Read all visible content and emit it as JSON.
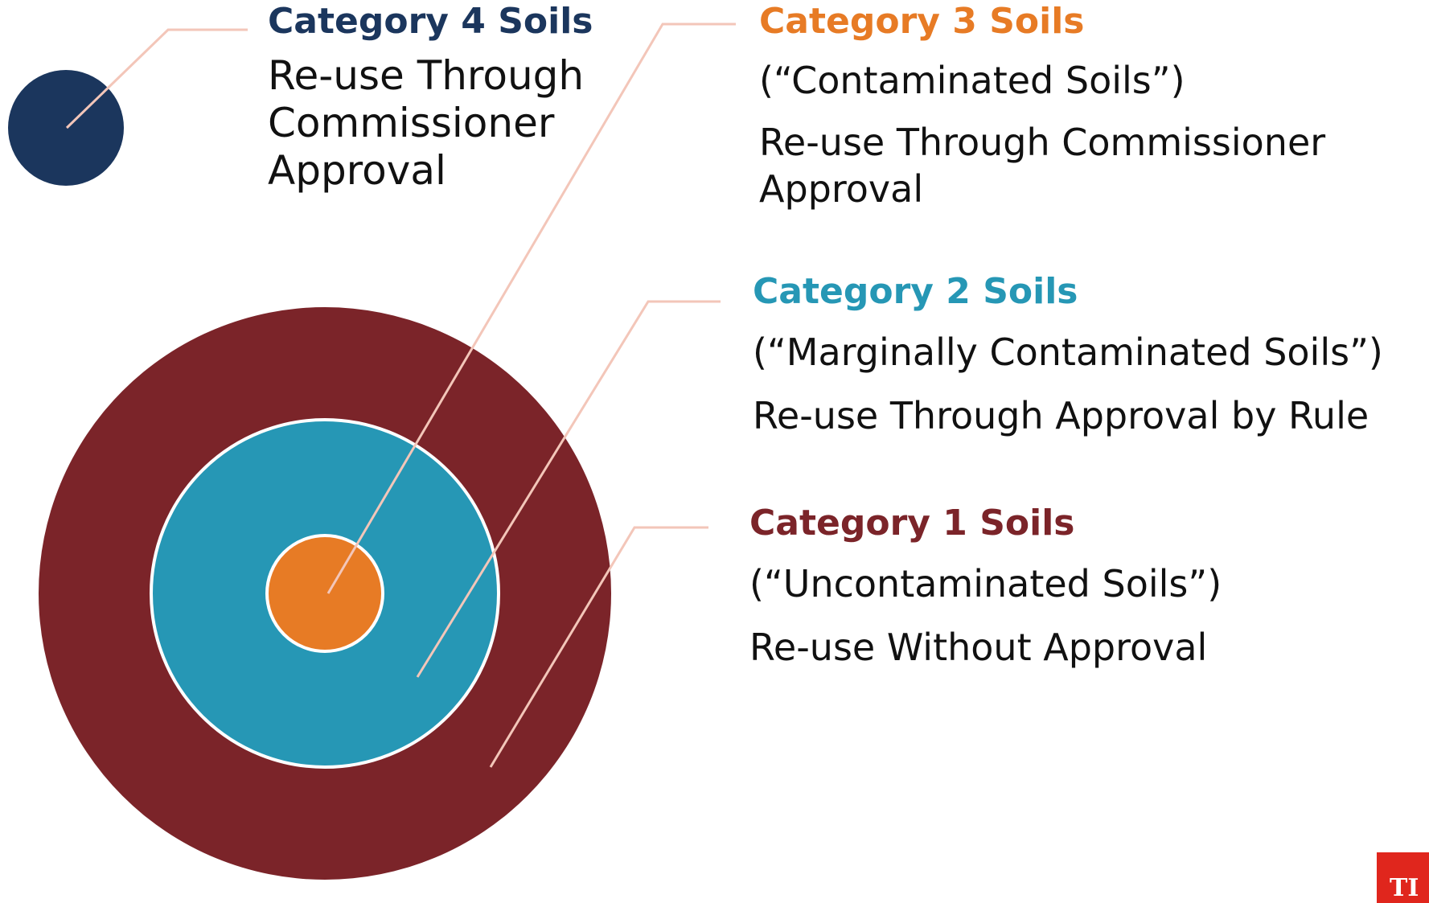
{
  "colors": {
    "category_1": "#7b2429",
    "category_2": "#2697b5",
    "category_3": "#e77b25",
    "category_4": "#1b365d",
    "leader_line": "#f3c6b9",
    "text": "#111111",
    "logo": "#e0261d"
  },
  "categories": [
    {
      "id": "category_1",
      "title": "Category 1 Soils",
      "description": "(“Uncontaminated Soils”)",
      "reuse": "Re-use Without Approval"
    },
    {
      "id": "category_2",
      "title": "Category 2 Soils",
      "description": "(“Marginally Contaminated Soils”)",
      "reuse": "Re-use Through Approval by Rule"
    },
    {
      "id": "category_3",
      "title": "Category 3 Soils",
      "description": "(“Contaminated Soils”)",
      "reuse_lines": [
        "Re-use Through Commissioner",
        "Approval"
      ]
    },
    {
      "id": "category_4",
      "title": "Category 4 Soils",
      "reuse_lines": [
        "Re-use Through",
        "Commissioner",
        "Approval"
      ]
    }
  ],
  "logo": {
    "icon": "publisher-logo-icon",
    "text": "TI"
  }
}
